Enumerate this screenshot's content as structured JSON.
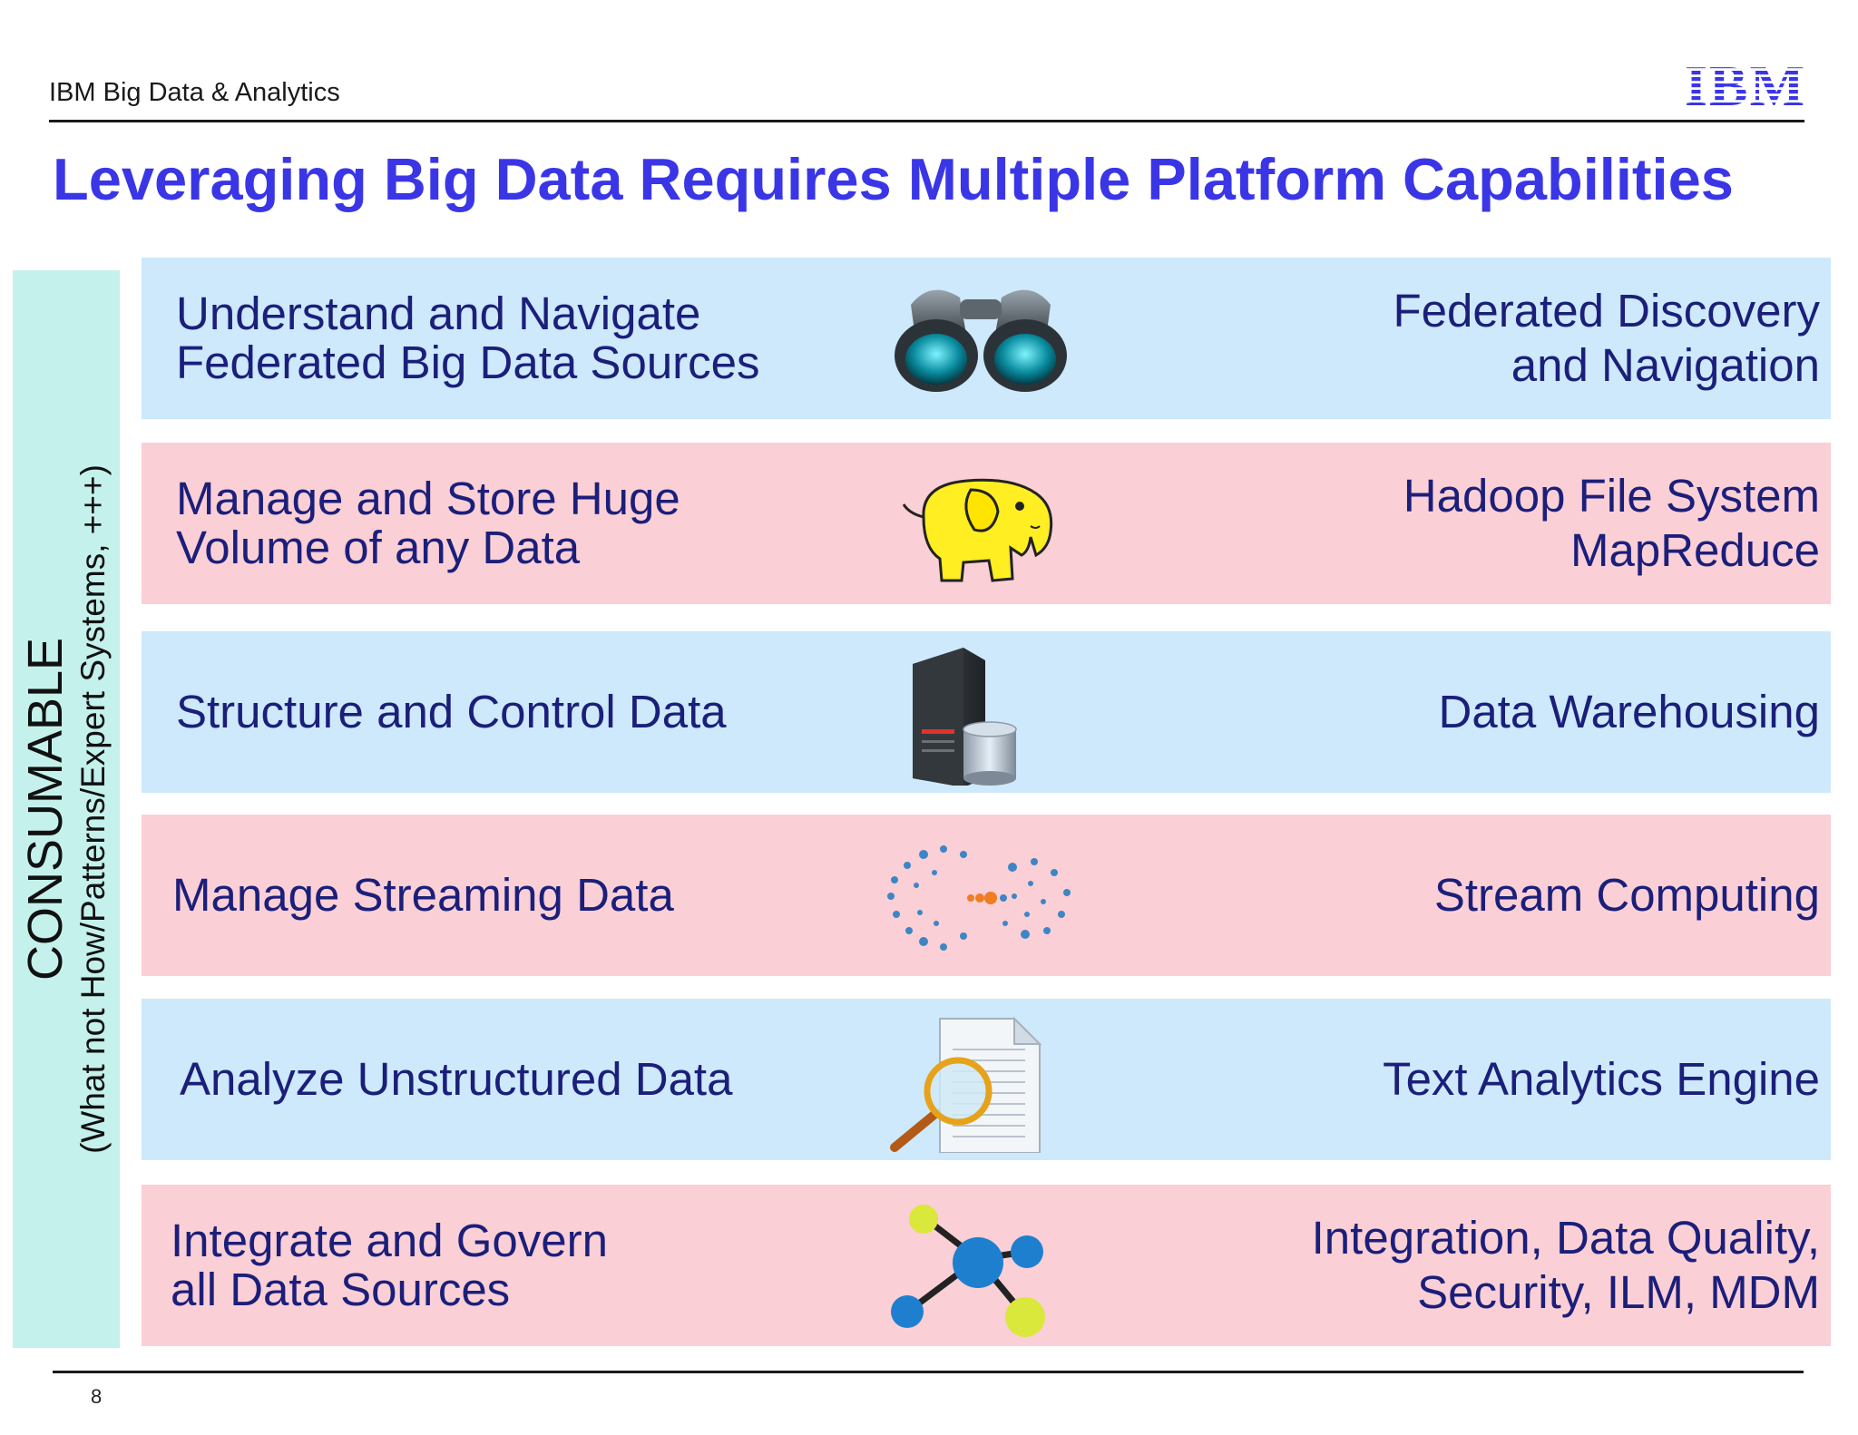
{
  "header": {
    "label": "IBM Big Data & Analytics",
    "logo_text": "IBM",
    "logo_color": "#3a36e6"
  },
  "title": "Leveraging Big Data Requires Multiple Platform Capabilities",
  "side_panel": {
    "main": "CONSUMABLE",
    "sub": "(What not How/Patterns/Expert Systems, +++)",
    "color": "#c4f1ec"
  },
  "colors": {
    "title": "#3a36e6",
    "row_text": "#1b1f7a",
    "row_blue": "#cde9fb",
    "row_pink": "#fbcfd6"
  },
  "rows": [
    {
      "left": "Understand and Navigate\nFederated Big Data Sources",
      "right": "Federated Discovery\nand Navigation",
      "icon": "binoculars-icon",
      "color": "blue"
    },
    {
      "left": "Manage and Store Huge\nVolume of any Data",
      "right": "Hadoop File System\nMapReduce",
      "icon": "hadoop-elephant-icon",
      "color": "pink"
    },
    {
      "left": "Structure and Control Data",
      "right": "Data Warehousing",
      "icon": "server-database-icon",
      "color": "blue"
    },
    {
      "left": "Manage Streaming Data",
      "right": "Stream Computing",
      "icon": "stream-particles-icon",
      "color": "pink"
    },
    {
      "left": "Analyze Unstructured Data",
      "right": "Text Analytics Engine",
      "icon": "document-magnifier-icon",
      "color": "blue"
    },
    {
      "left": "Integrate and Govern\nall Data Sources",
      "right": "Integration, Data Quality,\nSecurity, ILM, MDM",
      "icon": "network-nodes-icon",
      "color": "pink"
    }
  ],
  "footer": {
    "page_number": "8"
  }
}
